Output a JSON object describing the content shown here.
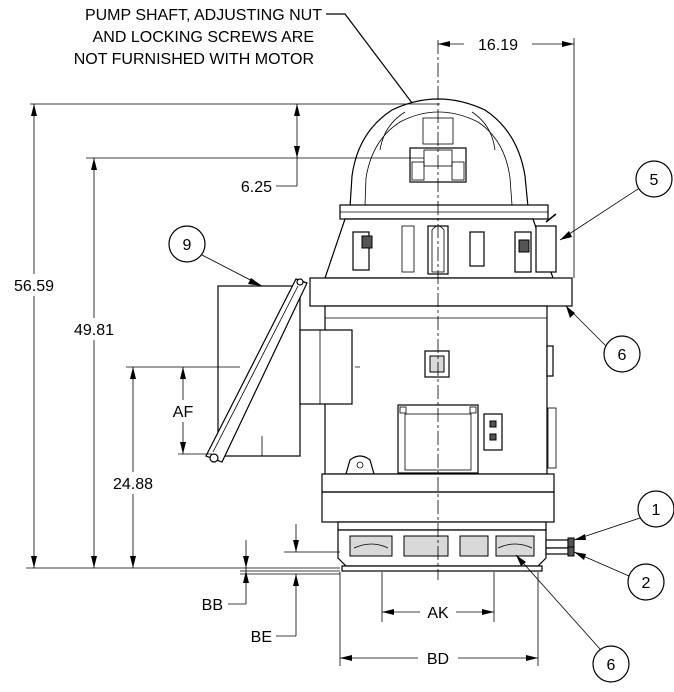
{
  "note": {
    "lines": [
      "PUMP SHAFT, ADJUSTING NUT",
      "AND LOCKING SCREWS ARE",
      "NOT FURNISHED WITH MOTOR"
    ]
  },
  "dimensions": {
    "width_top": "16.19",
    "cap_height": "6.25",
    "overall_height": "56.59",
    "shaft_height": "49.81",
    "conduit_height": "24.88",
    "af": "AF",
    "ak": "AK",
    "bb": "BB",
    "be": "BE",
    "bd": "BD"
  },
  "balloons": {
    "b1": "1",
    "b2": "2",
    "b5": "5",
    "b6_upper": "6",
    "b6_lower": "6",
    "b9": "9"
  }
}
